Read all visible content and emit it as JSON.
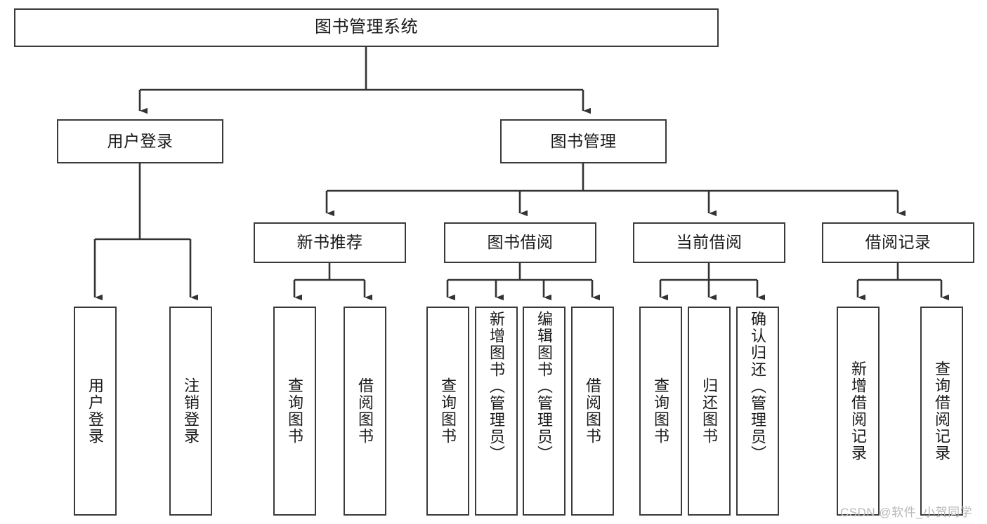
{
  "diagram": {
    "type": "tree-hierarchy-chart",
    "title": "图书管理系统",
    "colors": {
      "box_border": "#3a3a3a",
      "box_fill": "#ffffff",
      "connector": "#333333",
      "text": "#1a1a1a",
      "watermark": "#b9b9b9",
      "background": "#ffffff"
    },
    "levels": {
      "root": {
        "label": "图书管理系统"
      },
      "level2": [
        {
          "label": "用户登录"
        },
        {
          "label": "图书管理"
        }
      ],
      "level3": [
        {
          "label": "新书推荐"
        },
        {
          "label": "图书借阅"
        },
        {
          "label": "当前借阅"
        },
        {
          "label": "借阅记录"
        }
      ]
    },
    "leaves": {
      "user_login": [
        {
          "label": "用户登录"
        },
        {
          "label": "注销登录"
        }
      ],
      "new_book_recommend": [
        {
          "label": "查询图书"
        },
        {
          "label": "借阅图书"
        }
      ],
      "book_borrow": [
        {
          "label": "查询图书"
        },
        {
          "label": "新增图书（管理员）"
        },
        {
          "label": "编辑图书（管理员）"
        },
        {
          "label": "借阅图书"
        }
      ],
      "current_borrow": [
        {
          "label": "查询图书"
        },
        {
          "label": "归还图书"
        },
        {
          "label": "确认归还（管理员）"
        }
      ],
      "borrow_records": [
        {
          "label": "新增借阅记录"
        },
        {
          "label": "查询借阅记录"
        }
      ]
    }
  },
  "watermark": {
    "text": "CSDN @软件_小贺同学"
  }
}
